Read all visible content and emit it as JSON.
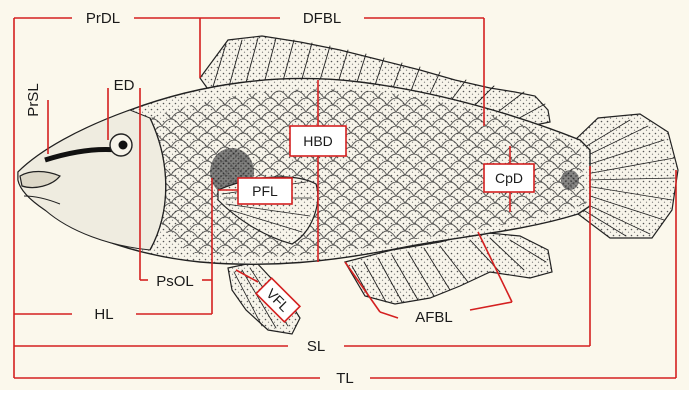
{
  "diagram": {
    "background_color": "#fbf8ec",
    "line_color": "#d42020",
    "labels": {
      "prdl": "PrDL",
      "dfbl": "DFBL",
      "prsl": "PrSL",
      "ed": "ED",
      "hbd": "HBD",
      "pfl": "PFL",
      "cpd": "CpD",
      "psol": "PsOL",
      "vfl": "VFL",
      "hl": "HL",
      "afbl": "AFBL",
      "sl": "SL",
      "tl": "TL"
    }
  }
}
